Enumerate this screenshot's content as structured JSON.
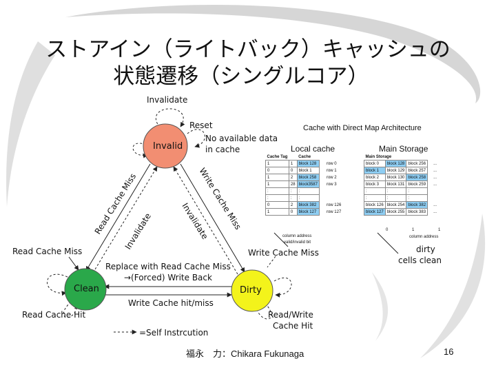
{
  "title": {
    "line1": "ストアイン（ライトバック）キャッシュの",
    "line2": "状態遷移（シングルコア）"
  },
  "states": {
    "invalid": "Invalid",
    "clean": "Clean",
    "dirty": "Dirty"
  },
  "colors": {
    "invalid": "#f28e72",
    "clean": "#2aa84a",
    "dirty": "#f3f31b",
    "highlight": "#8ecdf2"
  },
  "labels": {
    "invalidate_top": "Invalidate",
    "reset": "Reset",
    "no_data_1": "No available data",
    "no_data_2": "in cache",
    "read_cache_miss_diag": "Read Cache Miss",
    "invalidate_left": "Invalidate",
    "write_cache_miss_diag": "Write Cache Miss",
    "invalidate_right": "Invalidate",
    "read_cache_miss": "Read Cache Miss",
    "write_cache_miss": "Write Cache Miss",
    "replace_1": "Replace with Read Cache Miss",
    "replace_2": "→(Forced) Write Back",
    "write_hit_miss": "Write Cache hit/miss",
    "read_cache_hit": "Read Cache Hit",
    "rw_hit_1": "Read/Write",
    "rw_hit_2": "Cache Hit",
    "self_instruction": "=Self Instrcution"
  },
  "cache_figure": {
    "title": "Cache with Direct Map Architecture",
    "local_cache": "Local cache",
    "main_storage": "Main Storage",
    "cache_headers": [
      "Cache Tag",
      "",
      "Cache"
    ],
    "cache_rows": [
      [
        "1",
        "1",
        "block 128",
        "row 0"
      ],
      [
        "0",
        "0",
        "block 1",
        "row 1"
      ],
      [
        "1",
        "2",
        "block 258",
        "row 2"
      ],
      [
        "1",
        "28",
        "block3587",
        "row 3"
      ],
      [
        ":",
        ":",
        ":",
        ""
      ],
      [
        ":",
        ":",
        ":",
        ""
      ],
      [
        "0",
        "2",
        "block 382",
        "row 126"
      ],
      [
        "1",
        "0",
        "block 127",
        "row 127"
      ]
    ],
    "cache_hl": [
      true,
      false,
      true,
      true,
      false,
      false,
      true,
      true
    ],
    "main_header": "Main Storage",
    "main_rows": [
      [
        "block 0",
        "block 128",
        "block 256",
        "..."
      ],
      [
        "block 1",
        "block 129",
        "block 257",
        "..."
      ],
      [
        "block 2",
        "block 130",
        "block 258",
        "..."
      ],
      [
        "block 3",
        "block 131",
        "block 259",
        "..."
      ],
      [
        ":",
        ":",
        ":",
        ""
      ],
      [
        ":",
        ":",
        ":",
        ""
      ],
      [
        "block 126",
        "block 254",
        "block 382",
        "..."
      ],
      [
        "block 127",
        "block 255",
        "block 383",
        "..."
      ]
    ],
    "main_hl": [
      [
        false,
        true,
        false
      ],
      [
        true,
        false,
        false
      ],
      [
        false,
        false,
        true
      ],
      [
        false,
        false,
        false
      ],
      [
        false,
        false,
        false
      ],
      [
        false,
        false,
        false
      ],
      [
        false,
        false,
        true
      ],
      [
        true,
        false,
        false
      ]
    ],
    "col_nums": [
      "0",
      "1",
      "1"
    ],
    "column_address_1": "column address",
    "valid_invalid": "valid/invalid bit",
    "column_address_2": "column address",
    "dirty_1": "dirty",
    "dirty_2": "cells clean"
  },
  "footer": "福永　力：Chikara Fukunaga",
  "page_number": "16"
}
